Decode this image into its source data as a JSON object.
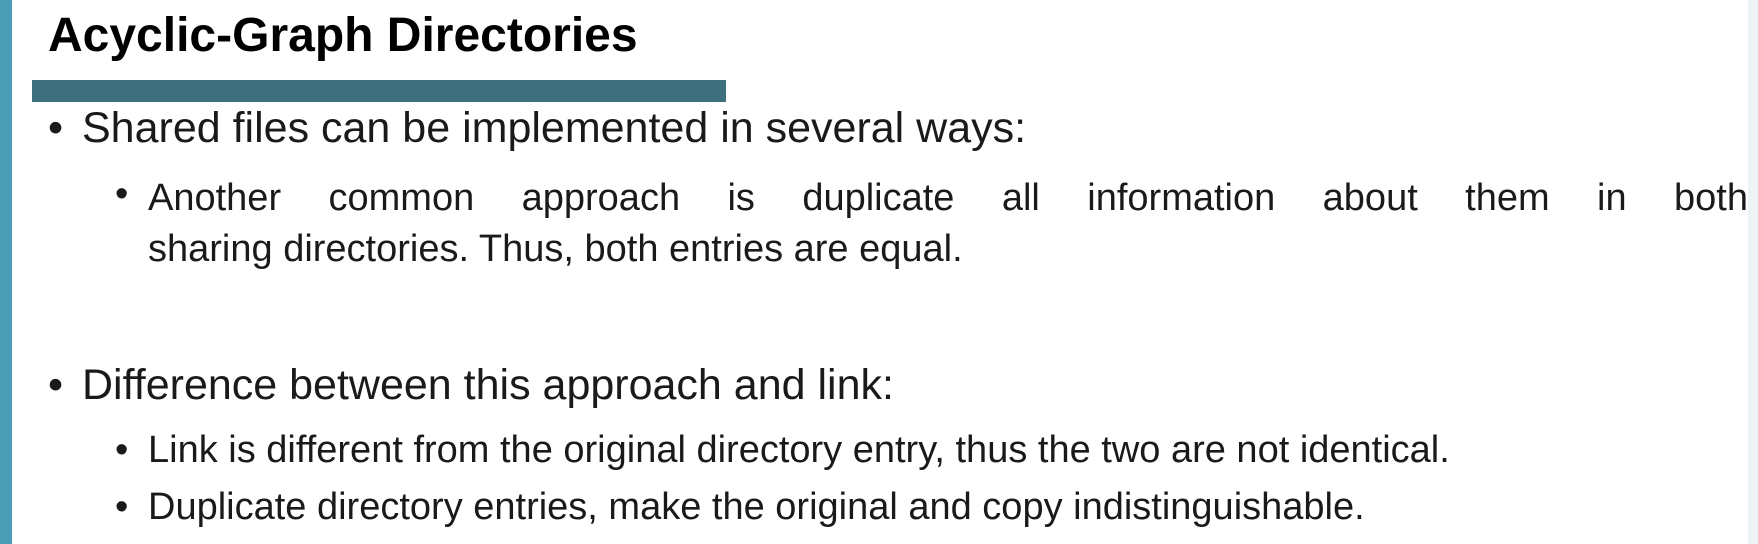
{
  "slide": {
    "title": "Acyclic-Graph Directories",
    "bullet_char": "•",
    "bullets": [
      {
        "text": "Shared files can be implemented in several ways:",
        "sub": [
          {
            "line1": "Another common approach is duplicate all information about them in both",
            "line2": "sharing directories. Thus, both entries are equal."
          }
        ]
      },
      {
        "text": "Difference between this approach and link:",
        "sub": [
          {
            "text": "Link is different from the original directory entry, thus the two are not identical."
          },
          {
            "text": "Duplicate directory entries, make the original and copy indistinguishable."
          }
        ]
      }
    ],
    "colors": {
      "accent_left": "#4a9db5",
      "title_bar": "#3e6f7d",
      "text": "#1a1a1a"
    }
  }
}
